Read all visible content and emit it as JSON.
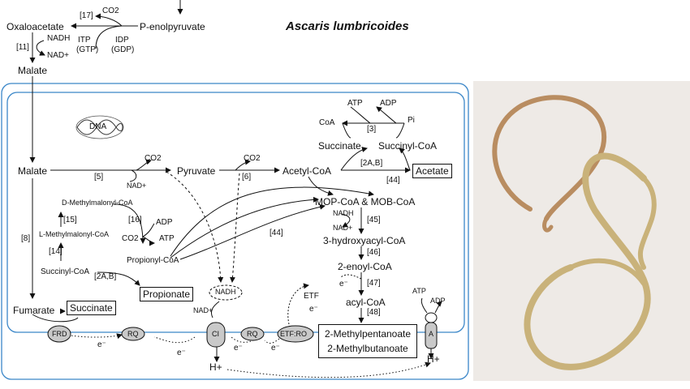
{
  "title": "Ascaris lumbricoides",
  "outside": {
    "oxaloacetate": "Oxaloacetate",
    "penolpyruvate": "P-enolpyruvate",
    "malate": "Malate",
    "enz17": "[17]",
    "enz11": "[11]",
    "co2": "CO2",
    "nadh": "NADH",
    "nadplus": "NAD+",
    "itp": "ITP",
    "gtp": "(GTP)",
    "idp": "IDP",
    "gdp": "(GDP)"
  },
  "mito": {
    "dna": "DNA",
    "malate": "Malate",
    "enz5": "[5]",
    "nadplus5": "NAD+",
    "co2_5": "CO2",
    "pyruvate": "Pyruvate",
    "enz6": "[6]",
    "co2_6": "CO2",
    "acetylcoa": "Acetyl-CoA",
    "atp3": "ATP",
    "adp3": "ADP",
    "coa": "CoA",
    "enz3": "[3]",
    "pi": "Pi",
    "succinate3": "Succinate",
    "succinylcoa3": "Succinyl-CoA",
    "enz2ab_top": "[2A,B]",
    "acetate": "Acetate",
    "enz44a": "[44]",
    "enz44b": "[44]",
    "mopmob": "MOP-CoA & MOB-CoA",
    "nadh45": "NADH",
    "nadplus45": "NAD+",
    "enz45": "[45]",
    "hydroxyacyl": "3-hydroxyacyl-CoA",
    "enz46": "[46]",
    "enoyl": "2-enoyl-CoA",
    "eminus47": "e⁻",
    "enz47": "[47]",
    "acylcoa": "acyl-CoA",
    "enz48": "[48]",
    "etf": "ETF",
    "eminus_etf": "e⁻",
    "dmm": "D-Methylmalonyl-CoA",
    "enz15": "[15]",
    "lmm": "L-Methylmalonyl-CoA",
    "enz14": "[14]",
    "enz16": "[16]",
    "adp16": "ADP",
    "co2_16": "CO2",
    "atp16": "ATP",
    "propionylcoa": "Propionyl-CoA",
    "succinylcoa": "Succinyl-CoA",
    "enz2ab": "[2A,B]",
    "propionate": "Propionate",
    "enz8": "[8]",
    "fumarate": "Fumarate",
    "succinate": "Succinate",
    "nadh_pool": "NADH",
    "nadplus_ci": "NAD+",
    "atp_a": "ATP",
    "adp_a": "ADP"
  },
  "membrane": {
    "frd": "FRD",
    "rq1": "RQ",
    "ci": "CI",
    "rq2": "RQ",
    "etfro": "ETF:RO",
    "a": "A",
    "e1": "e⁻",
    "e2": "e⁻",
    "e3": "e⁻",
    "e4": "e⁻",
    "hplus1": "H+",
    "hplus2": "H+"
  },
  "products": {
    "line1": "2-Methylpentanoate",
    "line2": "2-Methylbutanoate"
  },
  "colors": {
    "membrane": "#3a86c8",
    "protein_fill": "#c9c9c9",
    "worm_body": "#c9b27a",
    "photo_bg": "#eeeae6"
  }
}
